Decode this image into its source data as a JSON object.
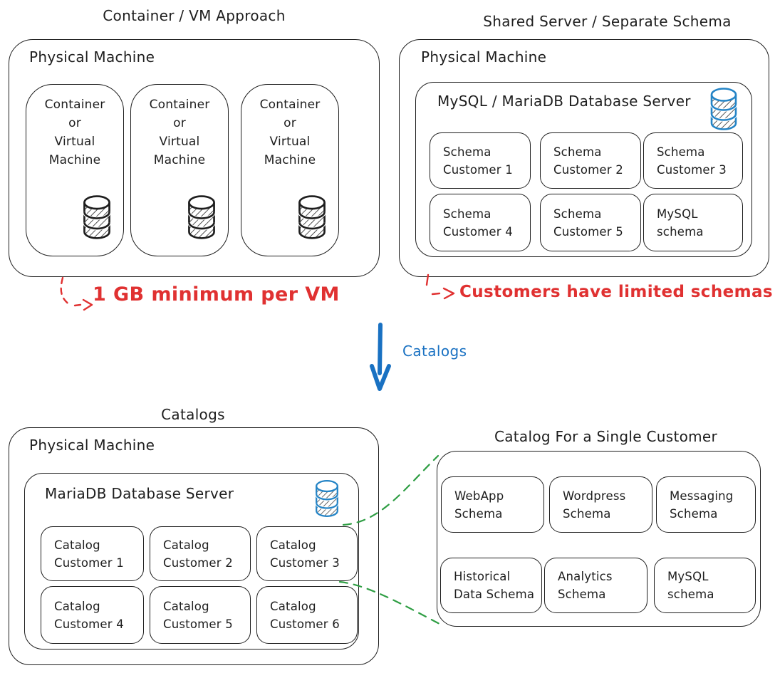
{
  "colors": {
    "stroke": "#1e1e1e",
    "red": "#e03131",
    "blue": "#1971c2",
    "icon_blue": "#2484c6",
    "green": "#2f9e44",
    "background": "#ffffff"
  },
  "icons": {
    "database": "database-icon (hatched cylinder)",
    "arrow_down": "arrow-down-icon",
    "red_dashed_arrow": "dashed-arrow-icon",
    "green_dashed_link": "dashed-connector-line"
  },
  "panels": {
    "container_vm": {
      "title": "Container / VM Approach",
      "machine_label": "Physical Machine",
      "vm_label_lines": [
        "Container",
        "or",
        "Virtual",
        "Machine"
      ],
      "vm_count": 3,
      "annotation": "1 GB minimum per VM"
    },
    "shared_server": {
      "title": "Shared Server / Separate Schema",
      "machine_label": "Physical Machine",
      "server_label": "MySQL / MariaDB Database Server",
      "schemas": [
        [
          "Schema",
          "Customer 1"
        ],
        [
          "Schema",
          "Customer 2"
        ],
        [
          "Schema",
          "Customer 3"
        ],
        [
          "Schema",
          "Customer 4"
        ],
        [
          "Schema",
          "Customer 5"
        ],
        [
          "MySQL",
          "schema"
        ]
      ],
      "annotation": "Customers have limited schemas"
    },
    "transition": {
      "arrow_label": "Catalogs"
    },
    "catalogs": {
      "title": "Catalogs",
      "machine_label": "Physical Machine",
      "server_label": "MariaDB Database Server",
      "catalog_boxes": [
        [
          "Catalog",
          "Customer 1"
        ],
        [
          "Catalog",
          "Customer 2"
        ],
        [
          "Catalog",
          "Customer 3"
        ],
        [
          "Catalog",
          "Customer 4"
        ],
        [
          "Catalog",
          "Customer 5"
        ],
        [
          "Catalog",
          "Customer 6"
        ]
      ]
    },
    "single_customer": {
      "title": "Catalog For a Single Customer",
      "schemas": [
        [
          "WebApp",
          "Schema"
        ],
        [
          "Wordpress",
          "Schema"
        ],
        [
          "Messaging",
          "Schema"
        ],
        [
          "Historical",
          "Data Schema"
        ],
        [
          "Analytics",
          "Schema"
        ],
        [
          "MySQL",
          "schema"
        ]
      ]
    }
  }
}
